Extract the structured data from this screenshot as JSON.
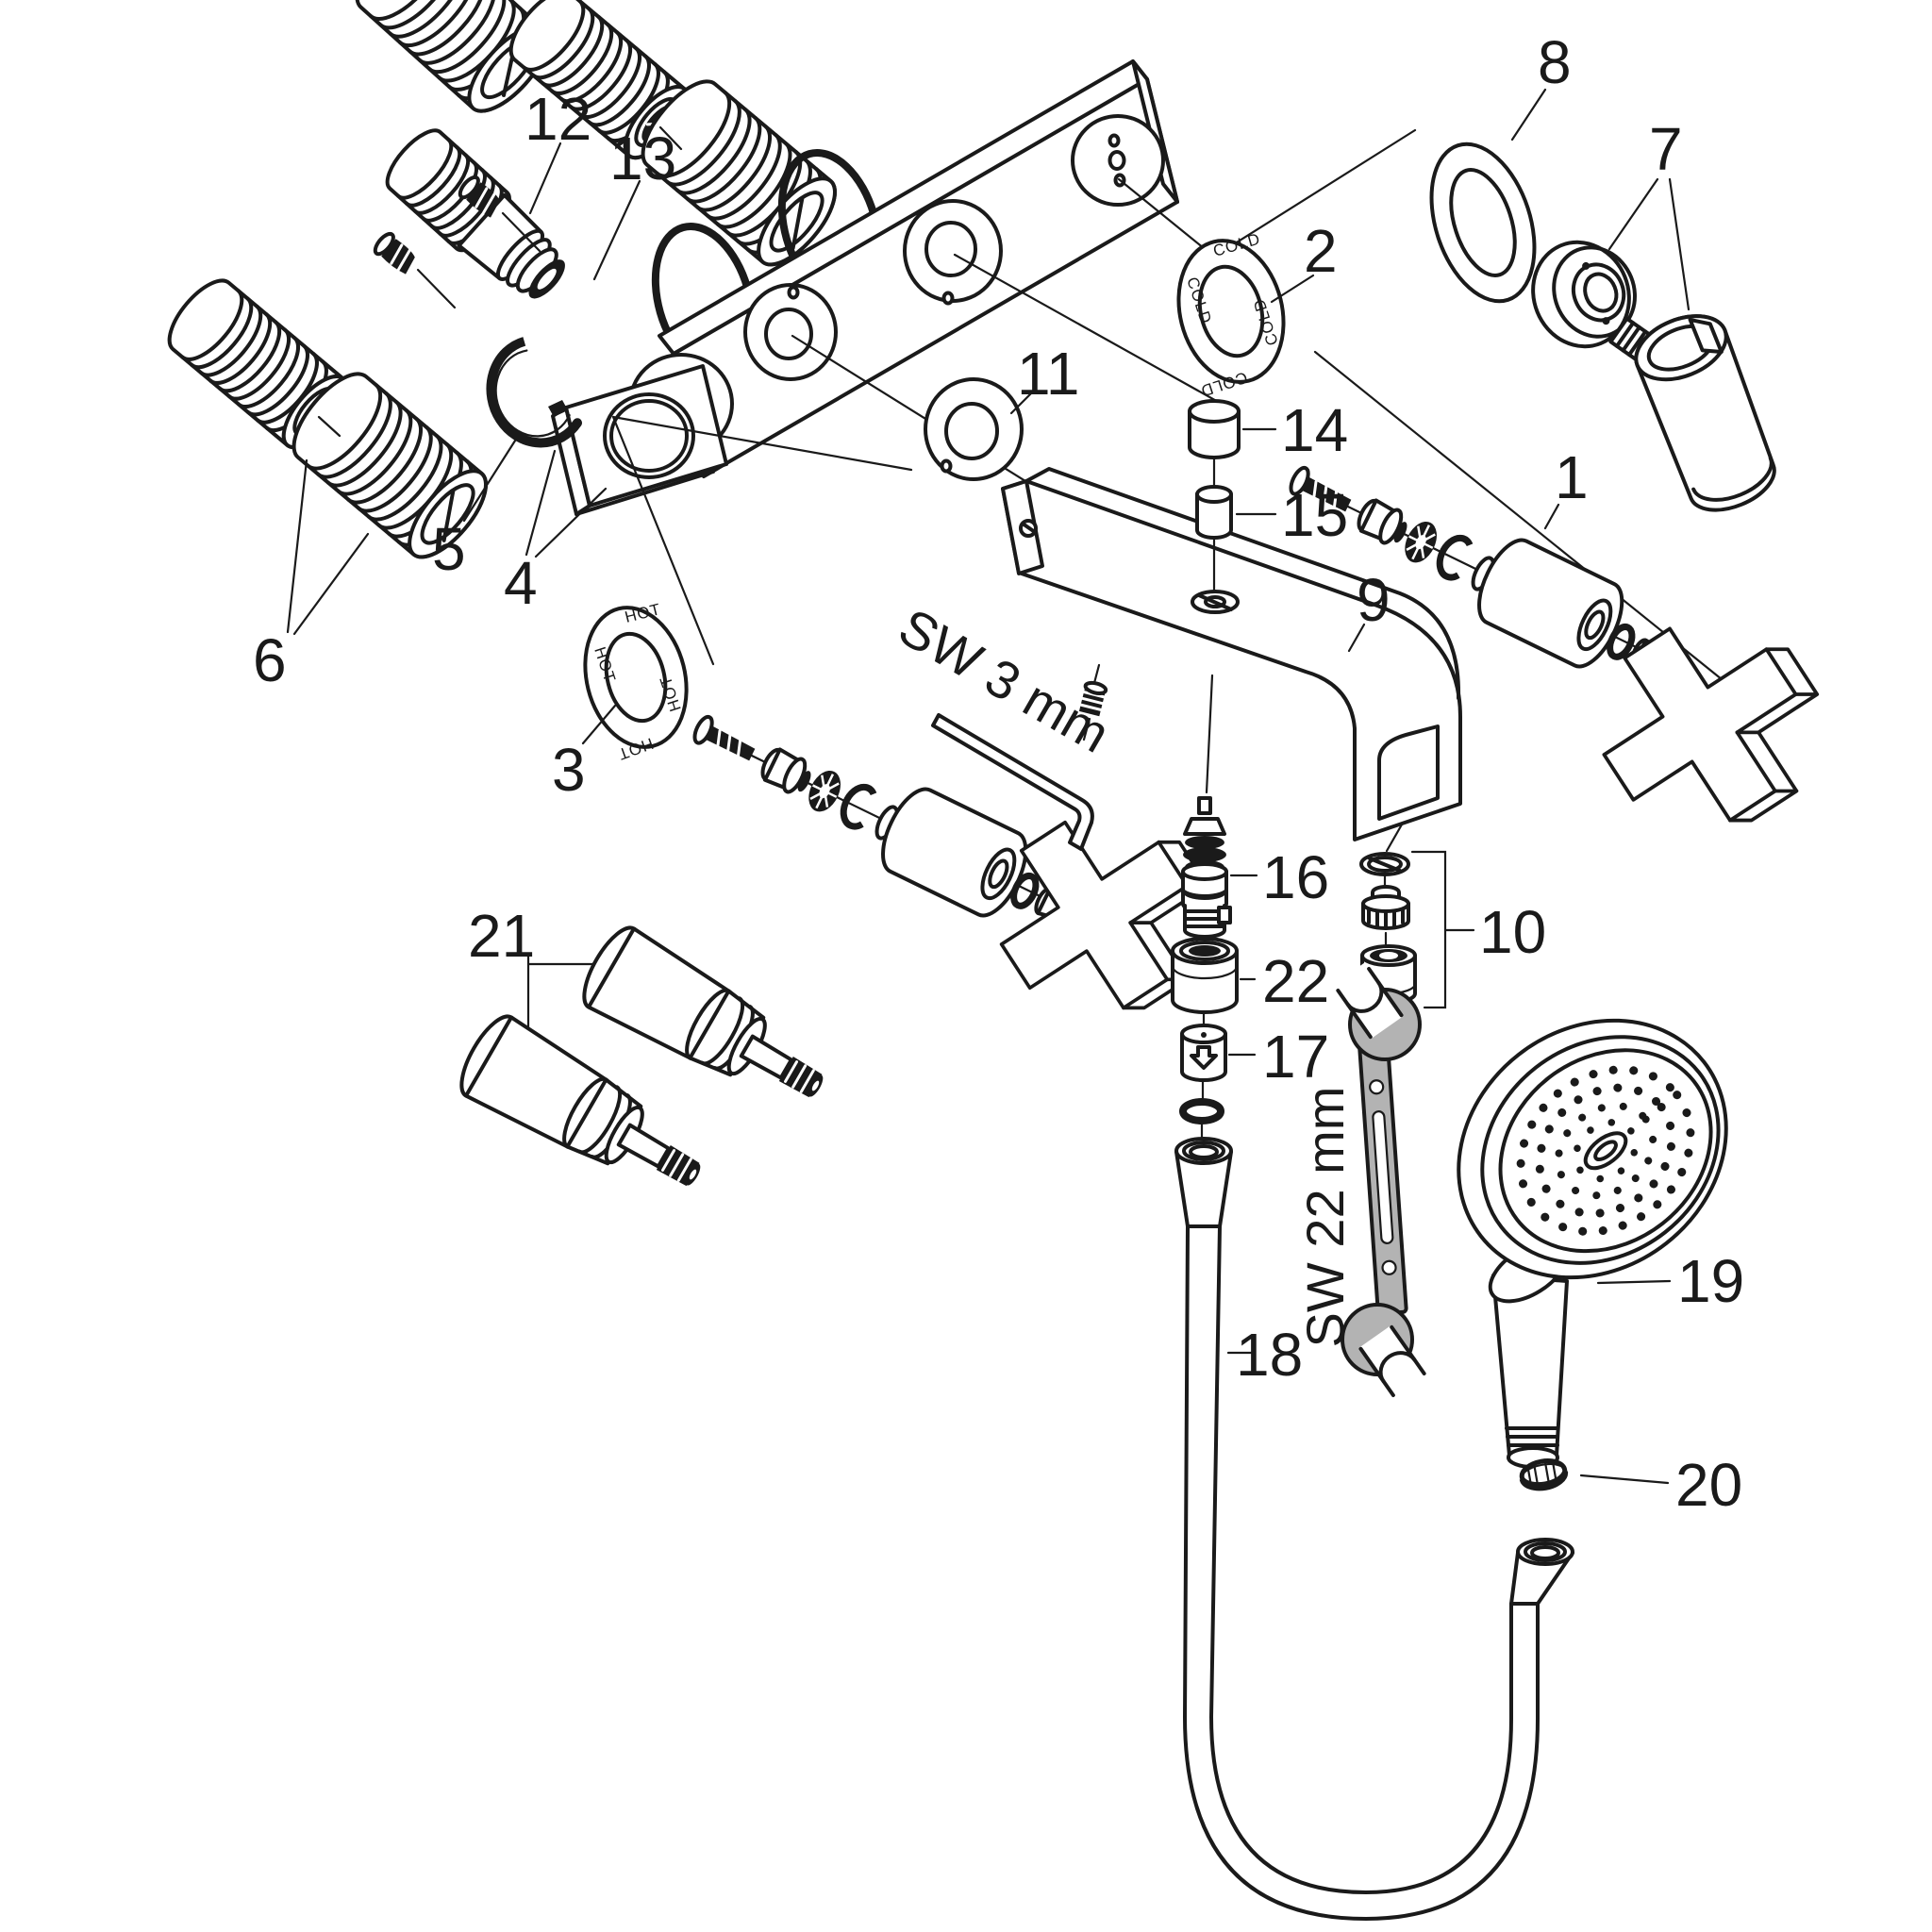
{
  "diagram": {
    "kind": "exploded-parts-diagram",
    "colors": {
      "line": "#1a1a1a",
      "background": "#ffffff",
      "tool_gray": "#b3b3b3"
    },
    "callouts": [
      {
        "num": "1"
      },
      {
        "num": "2"
      },
      {
        "num": "3"
      },
      {
        "num": "4"
      },
      {
        "num": "5"
      },
      {
        "num": "6"
      },
      {
        "num": "7"
      },
      {
        "num": "8"
      },
      {
        "num": "9"
      },
      {
        "num": "10"
      },
      {
        "num": "11"
      },
      {
        "num": "12"
      },
      {
        "num": "13"
      },
      {
        "num": "14"
      },
      {
        "num": "15"
      },
      {
        "num": "16"
      },
      {
        "num": "17"
      },
      {
        "num": "18"
      },
      {
        "num": "19"
      },
      {
        "num": "20"
      },
      {
        "num": "21"
      },
      {
        "num": "22"
      }
    ],
    "tools": {
      "hex_key": "SW 3 mm",
      "wrench": "SW 22 mm"
    },
    "ring_labels": {
      "hot": "HOT",
      "cold": "COLD"
    }
  }
}
